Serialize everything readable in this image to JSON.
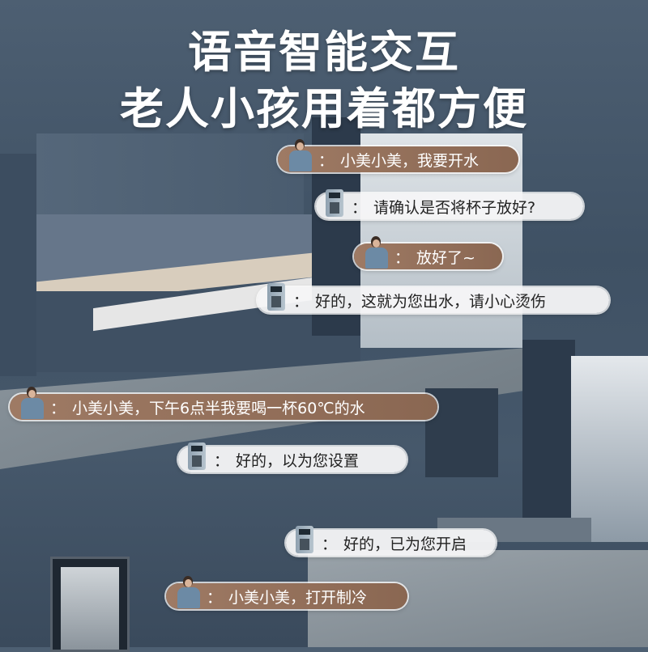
{
  "headline": {
    "line1": "语音智能交互",
    "line2": "老人小孩用着都方便"
  },
  "colors": {
    "user_bubble": "#9e7a64",
    "device_bubble": "#f5f6f7",
    "background": "#46586b"
  },
  "conversation": [
    {
      "speaker": "user",
      "colon": "：",
      "text": "小美小美，我要开水"
    },
    {
      "speaker": "device",
      "colon": "：",
      "text": "请确认是否将杯子放好?"
    },
    {
      "speaker": "user",
      "colon": "：",
      "text": "放好了~"
    },
    {
      "speaker": "device",
      "colon": "：",
      "text": "好的，这就为您出水，请小心烫伤"
    },
    {
      "speaker": "user",
      "colon": "：",
      "text": "小美小美，下午6点半我要喝一杯60℃的水"
    },
    {
      "speaker": "device",
      "colon": "：",
      "text": "好的，以为您设置"
    },
    {
      "speaker": "device",
      "colon": "：",
      "text": "好的，已为您开启"
    },
    {
      "speaker": "user",
      "colon": "：",
      "text": "小美小美，打开制冷"
    }
  ]
}
